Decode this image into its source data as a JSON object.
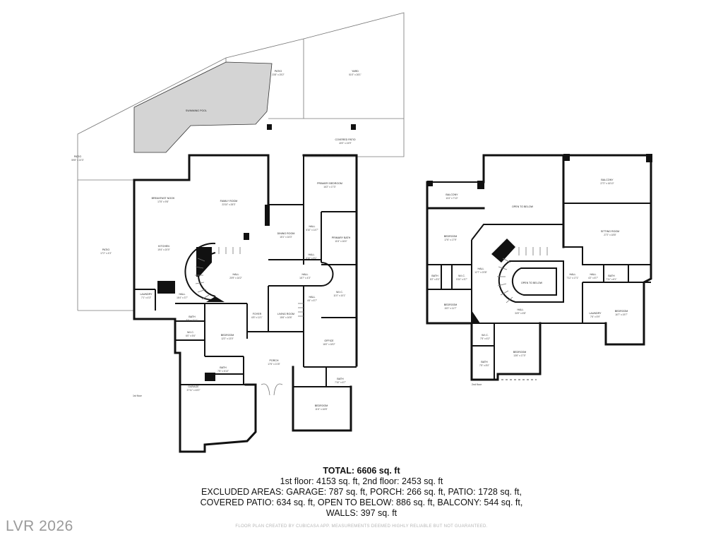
{
  "rooms": [
    {
      "name": "SWIMMING POOL",
      "size": ""
    },
    {
      "name": "PATIO",
      "size": "23'8\" x 25'2\""
    },
    {
      "name": "YARD",
      "size": "51'0\" x 26'1\""
    },
    {
      "name": "COVERED PATIO",
      "size": "40'0\" x 24'9\""
    },
    {
      "name": "PATIO",
      "size": "59'8\" x 22'3\""
    },
    {
      "name": "BREAKFAST NOOK",
      "size": "17'8\" x 9'8\""
    },
    {
      "name": "FAMILY ROOM",
      "size": "23'10\" x 28'3\""
    },
    {
      "name": "PRIMARY BEDROOM",
      "size": "16'2\" x 17'3\""
    },
    {
      "name": "DINING ROOM",
      "size": "15'1\" x 16'3\""
    },
    {
      "name": "HALL",
      "size": "6'10\" x 14'7\""
    },
    {
      "name": "PRIMARY BATH",
      "size": "11'6\" x 16'4\""
    },
    {
      "name": "PATIO",
      "size": "17'2\" x 4'3\""
    },
    {
      "name": "KITCHEN",
      "size": "19'4\" x 20'0\""
    },
    {
      "name": "HALL",
      "size": "20'9\" x 16'2\""
    },
    {
      "name": "HALL",
      "size": "6'10\" x 5'1\""
    },
    {
      "name": "HALL",
      "size": "16'7\" x 4'3\""
    },
    {
      "name": "LAUNDRY",
      "size": "7'1\" x 4'3\""
    },
    {
      "name": "HALL",
      "size": "16'4\" x 3'7\""
    },
    {
      "name": "W.I.C.",
      "size": "11'0\" x 10'1\""
    },
    {
      "name": "HALL",
      "size": "4'6\" x 5'7\""
    },
    {
      "name": "LIVING ROOM",
      "size": "15'6\" x 16'6\""
    },
    {
      "name": "FOYER",
      "size": "6'8\" x 11'1\""
    },
    {
      "name": "BATH",
      "size": "8'6\" x 11'11\""
    },
    {
      "name": "W.I.C.",
      "size": "6'0\" x 5'6\""
    },
    {
      "name": "BEDROOM",
      "size": "12'2\" x 13'0\""
    },
    {
      "name": "OFFICE",
      "size": "16'0\" x 18'2\""
    },
    {
      "name": "PORCH",
      "size": "17'6\" x 21'8\""
    },
    {
      "name": "BATH",
      "size": "7'8\" x 6'10\""
    },
    {
      "name": "BATH",
      "size": "7'10\" x 6'7\""
    },
    {
      "name": "GARAGE",
      "size": "37'11\" x 43'2\""
    },
    {
      "name": "BEDROOM",
      "size": "11'6\" x 16'8\""
    },
    {
      "name": "BALCONY",
      "size": "11'6\" x 7'10\""
    },
    {
      "name": "BALCONY",
      "size": "27'2\" x 16'10\""
    },
    {
      "name": "OPEN TO BELOW",
      "size": ""
    },
    {
      "name": "BEDROOM",
      "size": "17'6\" x 17'9\""
    },
    {
      "name": "SITTING ROOM",
      "size": "27'2\" x 18'8\""
    },
    {
      "name": "BATH",
      "size": "8'2\" x 8'3\""
    },
    {
      "name": "W.I.C.",
      "size": "5'10\" x 5'7\""
    },
    {
      "name": "HALL",
      "size": "12'7\" x 23'8\""
    },
    {
      "name": "OPEN TO BELOW",
      "size": ""
    },
    {
      "name": "HALL",
      "size": "7'11\" x 17'1\""
    },
    {
      "name": "HALL",
      "size": "4'2\" x 8'7\""
    },
    {
      "name": "BATH",
      "size": "7'11\" x 8'1\""
    },
    {
      "name": "BEDROOM",
      "size": "15'2\" x 11'7\""
    },
    {
      "name": "HALL",
      "size": "34'9\" x 6'8\""
    },
    {
      "name": "LAUNDRY",
      "size": "7'6\" x 5'9\""
    },
    {
      "name": "BEDROOM",
      "size": "16'7\" x 19'7\""
    },
    {
      "name": "W.I.C.",
      "size": "7'5\" x 6'2\""
    },
    {
      "name": "BEDROOM",
      "size": "13'6\" x 17'0\""
    },
    {
      "name": "BATH",
      "size": "7'5\" x 8'0\""
    }
  ],
  "floor_labels": [
    "1st floor",
    "2nd floor"
  ],
  "summary": {
    "total": "TOTAL: 6606 sq. ft",
    "floors": "1st floor: 4153 sq. ft, 2nd floor: 2453 sq. ft",
    "excluded_1": "EXCLUDED AREAS: GARAGE: 787 sq. ft, PORCH: 266 sq. ft, PATIO: 1728 sq. ft,",
    "excluded_2": "COVERED PATIO: 634 sq. ft, OPEN TO BELOW: 886 sq. ft, BALCONY: 544 sq. ft,",
    "walls": "WALLS: 397 sq. ft"
  },
  "disclaimer": "FLOOR PLAN CREATED BY CUBICASA APP. MEASUREMENTS DEEMED HIGHLY RELIABLE BUT NOT GUARANTEED.",
  "watermark": "LVR 2026",
  "colors": {
    "pool_fill": "#d4d4d4",
    "wall": "#111111",
    "watermark": "#9a9a9a"
  }
}
